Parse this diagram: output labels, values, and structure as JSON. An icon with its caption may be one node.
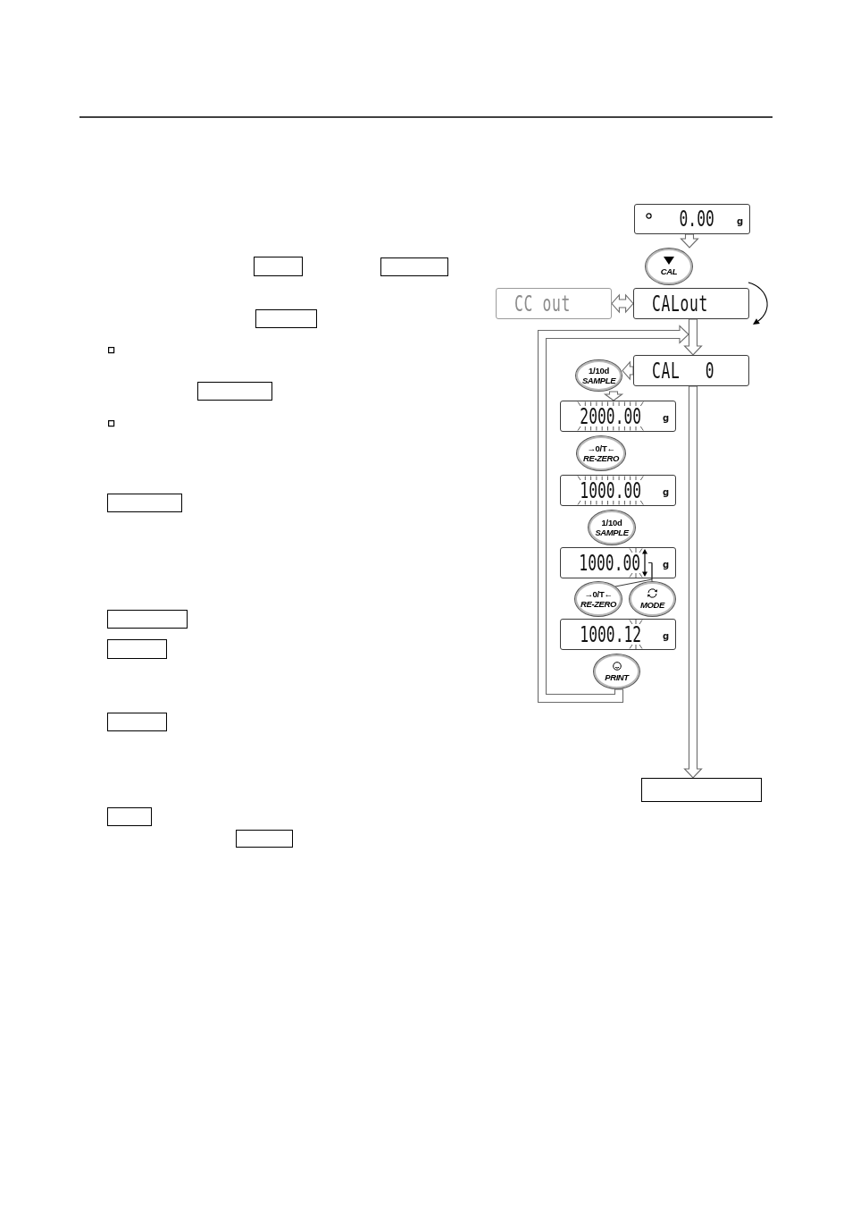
{
  "diagram": {
    "nodes": [
      {
        "text": [
          "0.00",
          "g"
        ]
      },
      {
        "text": [
          "CAL"
        ]
      },
      {
        "text": [
          "CC out"
        ]
      },
      {
        "text": [
          "CALout"
        ]
      },
      {
        "text": [
          "CAL 0"
        ]
      },
      {
        "text": [
          "1/10d",
          "SAMPLE"
        ]
      },
      {
        "text": [
          "2000.00",
          "g"
        ]
      },
      {
        "text": [
          "→0/T←",
          "RE-ZERO"
        ]
      },
      {
        "text": [
          "1000.00",
          "g"
        ]
      },
      {
        "text": [
          "1/10d",
          "SAMPLE"
        ]
      },
      {
        "text": [
          "1000.00",
          "g"
        ]
      },
      {
        "text": [],
        "shape": "arrow",
        "in": 10
      },
      {
        "text": [
          "→0/T←",
          "RE-ZERO"
        ]
      },
      {
        "text": [
          "MODE"
        ]
      },
      {
        "text": [
          "1000.12",
          "g"
        ]
      },
      {
        "text": [
          "PRINT"
        ]
      },
      {
        "text": [],
        "shape": "box"
      },
      {
        "text": [],
        "shape": "box"
      },
      {
        "text": [],
        "shape": "box"
      },
      {
        "text": [],
        "shape": "box"
      },
      {
        "text": [],
        "shape": "box"
      },
      {
        "text": [],
        "shape": "box"
      },
      {
        "text": [],
        "shape": "box"
      },
      {
        "text": [],
        "shape": "box"
      },
      {
        "text": [],
        "shape": "box"
      },
      {
        "text": [],
        "shape": "box"
      },
      {
        "text": [],
        "shape": "box"
      }
    ],
    "edges": [
      {
        "from": 0,
        "to": 1,
        "arrow": "to"
      },
      {
        "from": 2,
        "to": 3,
        "arrow": "both"
      },
      {
        "from": 3,
        "to": 4,
        "arrow": "to"
      },
      {
        "from": 15,
        "to": 4,
        "arrow": "to"
      },
      {
        "from": 4,
        "to": 5,
        "arrow": "to"
      },
      {
        "from": 5,
        "to": 6,
        "arrow": "to"
      },
      {
        "from": 12,
        "to": 11,
        "arrow": "none"
      },
      {
        "from": 13,
        "to": 11,
        "arrow": "none"
      },
      {
        "from": 4,
        "to": 16,
        "arrow": "to"
      }
    ]
  }
}
